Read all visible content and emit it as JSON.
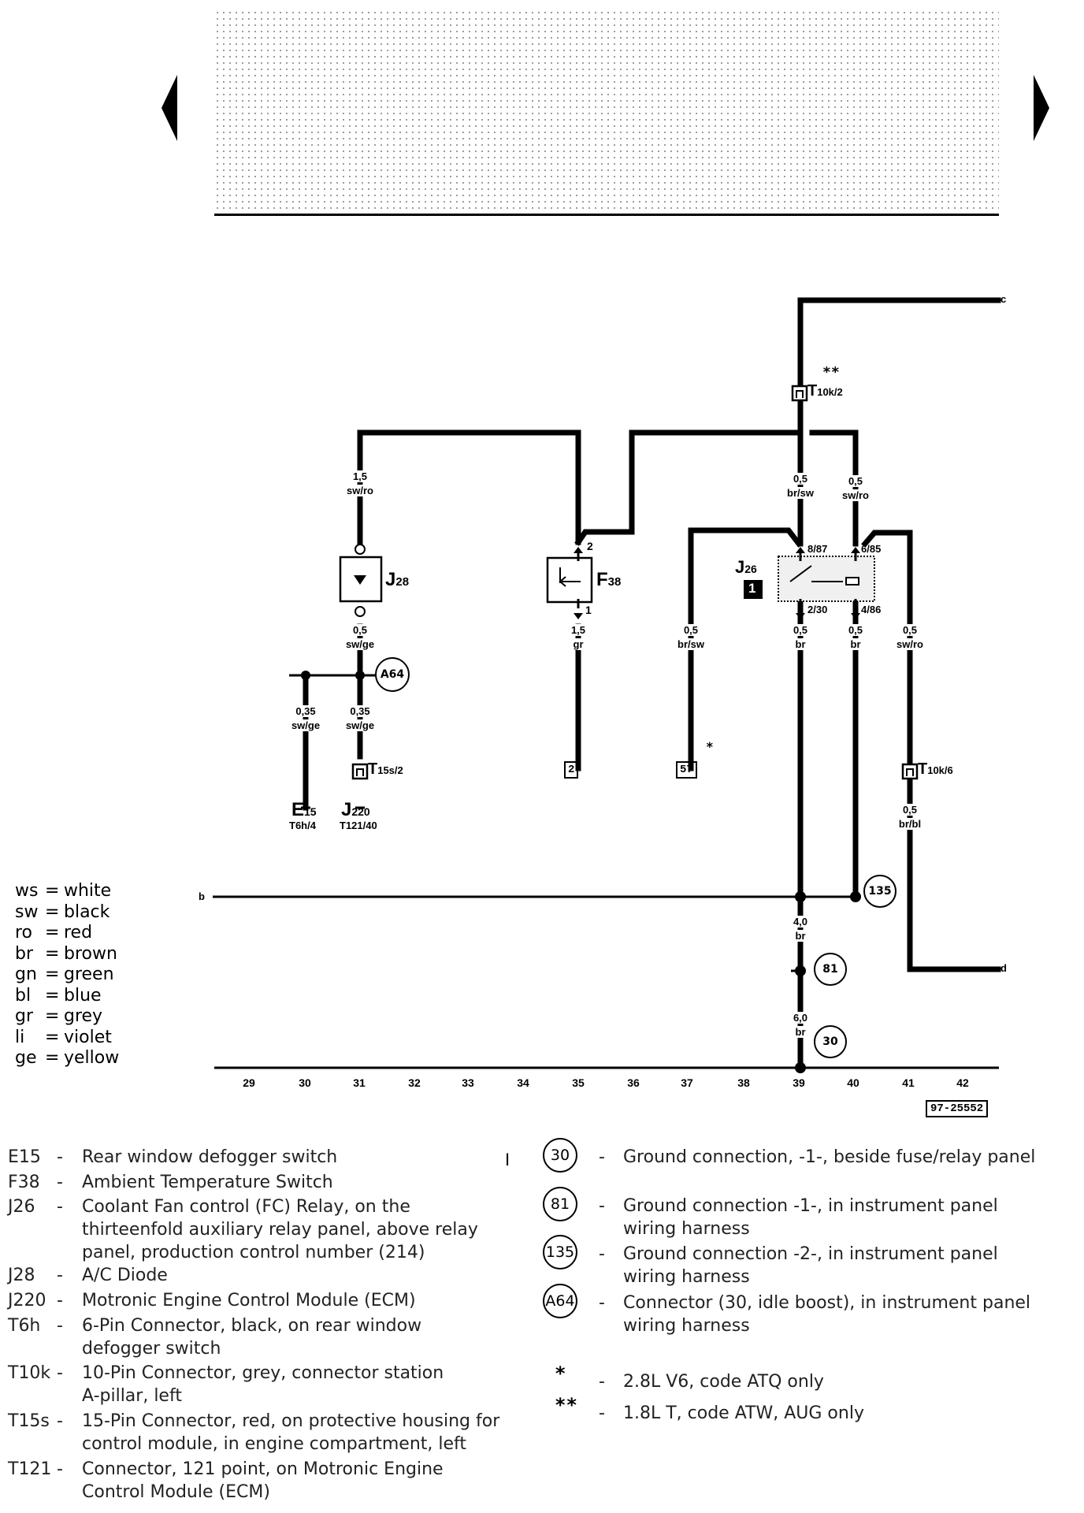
{
  "navigation": {
    "prev_icon": "triangle-left-icon",
    "next_icon": "triangle-right-icon"
  },
  "wire_labels": [
    {
      "id": "w1",
      "text": [
        "1,5",
        "sw/ro"
      ]
    },
    {
      "id": "w2",
      "text": [
        "0,5",
        "sw/ge"
      ]
    },
    {
      "id": "w3",
      "text": [
        "0,35",
        "sw/ge"
      ]
    },
    {
      "id": "w4",
      "text": [
        "0,35",
        "sw/ge"
      ]
    },
    {
      "id": "w5",
      "text": [
        "1,5",
        "gr"
      ]
    },
    {
      "id": "w6",
      "text": [
        "0,5",
        "br/sw"
      ]
    },
    {
      "id": "w7",
      "text": [
        "0,5",
        "br/sw"
      ]
    },
    {
      "id": "w8",
      "text": [
        "0,5",
        "sw/ro"
      ]
    },
    {
      "id": "w9",
      "text": [
        "0,5",
        "br"
      ]
    },
    {
      "id": "w10",
      "text": [
        "0,5",
        "br"
      ]
    },
    {
      "id": "w11",
      "text": [
        "0,5",
        "sw/ro"
      ]
    },
    {
      "id": "w12",
      "text": [
        "0,5",
        "br/bl"
      ]
    },
    {
      "id": "w13",
      "text": [
        "4,0",
        "br"
      ]
    },
    {
      "id": "w14",
      "text": [
        "6,0",
        "br"
      ]
    }
  ],
  "components": {
    "j28": {
      "letter": "J",
      "sub": "28"
    },
    "f38": {
      "letter": "F",
      "sub": "38",
      "pin_top": "2",
      "pin_bottom": "1"
    },
    "j26": {
      "letter": "J",
      "sub": "26",
      "badge": "1",
      "pin_87": "8/87",
      "pin_85": "6/85",
      "pin_30": "2/30",
      "pin_86": "4/86"
    },
    "e15": {
      "letter": "E",
      "sub": "15",
      "pin": "T6h/4"
    },
    "j220": {
      "letter": "J",
      "sub": "220",
      "pin": "T121/40"
    }
  },
  "connectors": {
    "t10k2": {
      "letter": "T",
      "sub": "10k/2",
      "note": "**"
    },
    "t15s2": {
      "letter": "T",
      "sub": "15s/2"
    },
    "t10k6": {
      "letter": "T",
      "sub": "10k/6"
    }
  },
  "refs": {
    "ref2": "2",
    "ref57": "57",
    "ref57_note": "*"
  },
  "continuations": {
    "c": "c",
    "b": "b",
    "d": "d"
  },
  "ground_circles": {
    "a64": "A64",
    "g135": "135",
    "g81": "81",
    "g30": "30"
  },
  "track_numbers": [
    "29",
    "30",
    "31",
    "32",
    "33",
    "34",
    "35",
    "36",
    "37",
    "38",
    "39",
    "40",
    "41",
    "42"
  ],
  "figure_id": "97-25552",
  "color_legend": [
    {
      "code": "ws",
      "name": "white"
    },
    {
      "code": "sw",
      "name": "black"
    },
    {
      "code": "ro",
      "name": "red"
    },
    {
      "code": "br",
      "name": "brown"
    },
    {
      "code": "gn",
      "name": "green"
    },
    {
      "code": "bl",
      "name": "blue"
    },
    {
      "code": "gr",
      "name": "grey"
    },
    {
      "code": "li",
      "name": "violet"
    },
    {
      "code": "ge",
      "name": "yellow"
    }
  ],
  "component_legend": [
    {
      "code": "E15",
      "lines": [
        "Rear window defogger switch"
      ]
    },
    {
      "code": "F38",
      "lines": [
        "Ambient Temperature Switch"
      ]
    },
    {
      "code": "J26",
      "lines": [
        "Coolant Fan control (FC) Relay, on the",
        "thirteenfold auxiliary relay panel, above relay",
        "panel, production control number (214)"
      ]
    },
    {
      "code": "J28",
      "lines": [
        "A/C Diode"
      ]
    },
    {
      "code": "J220",
      "lines": [
        "Motronic Engine Control Module (ECM)"
      ]
    },
    {
      "code": "T6h",
      "lines": [
        "6-Pin Connector, black, on rear window",
        "defogger switch"
      ]
    },
    {
      "code": "T10k",
      "lines": [
        "10-Pin Connector, grey, connector station",
        "A-pillar, left"
      ]
    },
    {
      "code": "T15s",
      "lines": [
        "15-Pin Connector, red, on protective housing for",
        "control module, in engine compartment, left"
      ]
    },
    {
      "code": "T121",
      "lines": [
        "Connector, 121 point, on Motronic Engine",
        "Control Module (ECM)"
      ]
    }
  ],
  "ground_legend": [
    {
      "symbol": "30",
      "lines": [
        "Ground connection, -1-, beside fuse/relay panel"
      ]
    },
    {
      "symbol": "81",
      "lines": [
        "Ground connection -1-, in instrument panel",
        "wiring harness"
      ]
    },
    {
      "symbol": "135",
      "lines": [
        "Ground connection -2-, in instrument panel",
        "wiring harness"
      ]
    },
    {
      "symbol": "A64",
      "lines": [
        "Connector (30, idle boost), in instrument panel",
        "wiring harness"
      ]
    }
  ],
  "notes": [
    {
      "symbol": "*",
      "text": "2.8L V6, code ATQ only"
    },
    {
      "symbol": "**",
      "text": "1.8L T, code ATW, AUG only"
    }
  ],
  "legend_dash": "-",
  "stray_mark": "I"
}
